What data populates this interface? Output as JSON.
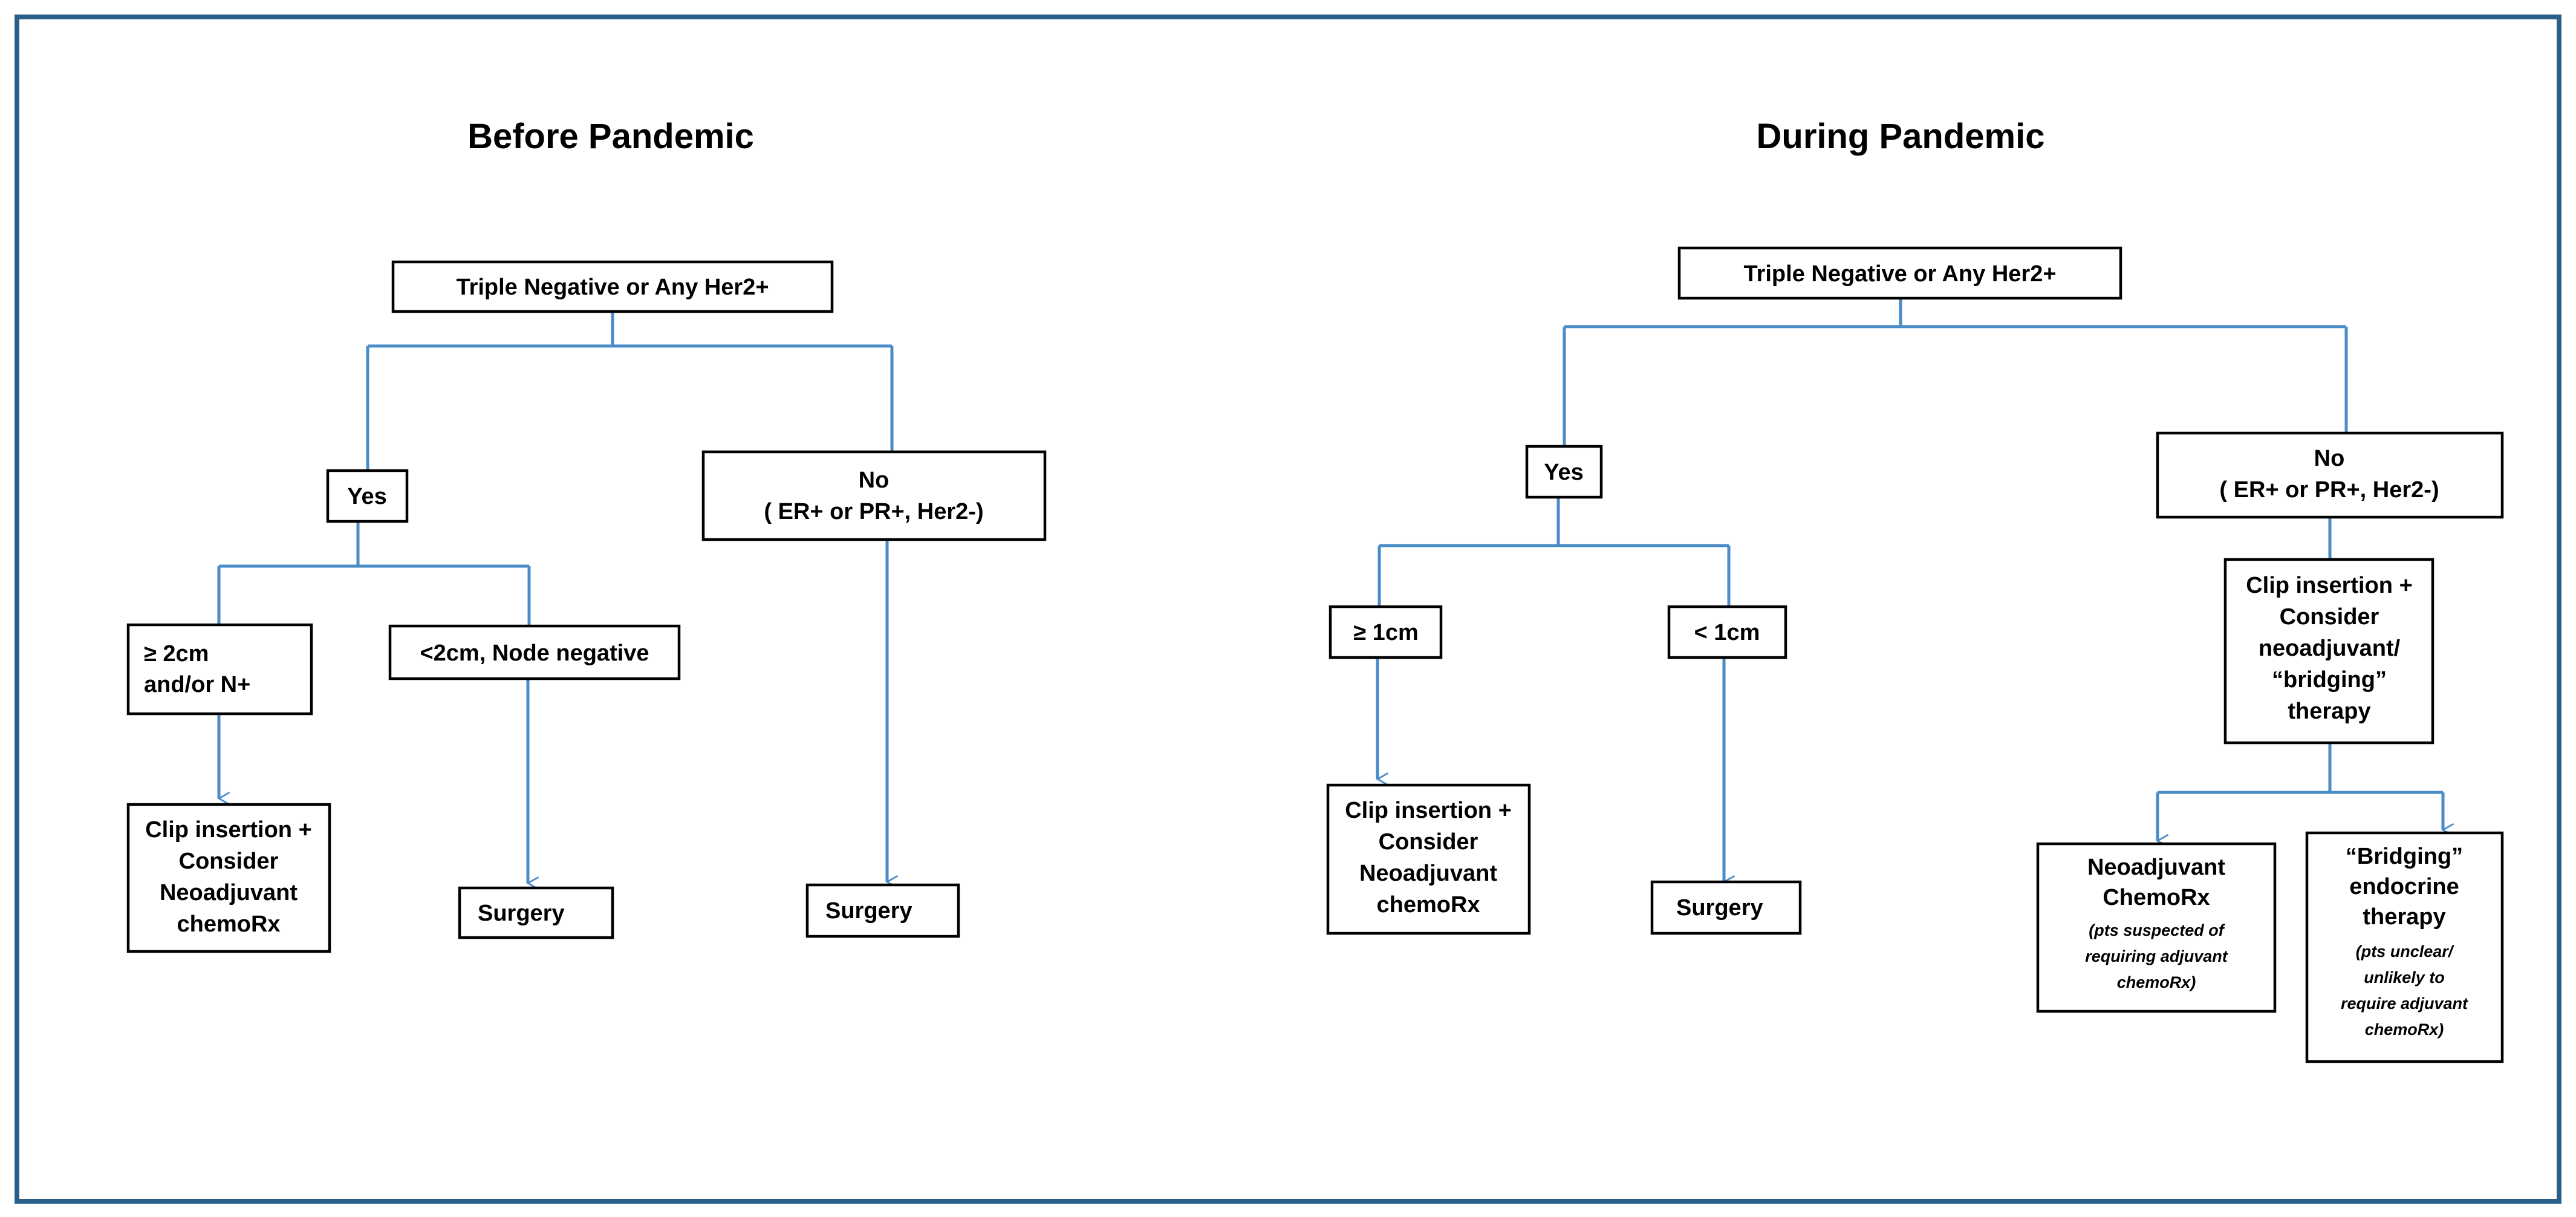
{
  "colors": {
    "frame": "#2a5f8a",
    "connector": "#4a8cc8",
    "box_border": "#000000",
    "text": "#000000"
  },
  "before": {
    "title": "Before Pandemic",
    "root": "Triple Negative or Any Her2+",
    "yes": "Yes",
    "no": [
      "No",
      "( ER+ or PR+,  Her2-)"
    ],
    "ge2cm": [
      "≥ 2cm",
      "and/or N+"
    ],
    "lt2cm": "<2cm, Node negative",
    "clip": [
      "Clip insertion +",
      "Consider",
      "Neoadjuvant",
      "chemoRx"
    ],
    "surgery_small": "Surgery",
    "surgery_no": "Surgery"
  },
  "during": {
    "title": "During Pandemic",
    "root": "Triple Negative or Any Her2+",
    "yes": "Yes",
    "no": [
      "No",
      "( ER+ or PR+,  Her2-)"
    ],
    "ge1cm": "≥ 1cm",
    "lt1cm": "< 1cm",
    "clip": [
      "Clip insertion +",
      "Consider",
      "Neoadjuvant",
      "chemoRx"
    ],
    "surgery": "Surgery",
    "clip_bridging": [
      "Clip insertion +",
      "Consider",
      "neoadjuvant/",
      "“bridging”",
      "therapy"
    ],
    "neoadjuvant": {
      "lines": [
        "Neoadjuvant",
        "ChemoRx"
      ],
      "note": [
        "(pts suspected of",
        "requiring adjuvant",
        "chemoRx)"
      ]
    },
    "bridging": {
      "lines": [
        "“Bridging”",
        "endocrine",
        "therapy"
      ],
      "note": [
        "(pts unclear/",
        "unlikely to",
        "require adjuvant",
        "chemoRx)"
      ]
    }
  }
}
